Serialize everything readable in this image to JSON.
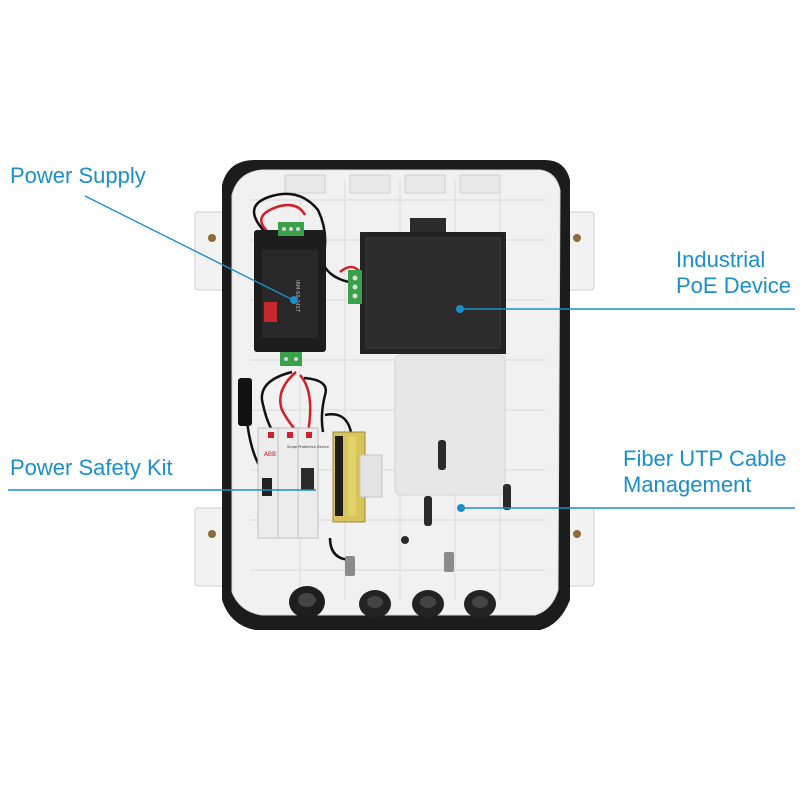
{
  "callouts": {
    "power_supply": {
      "text": "Power Supply"
    },
    "poe_device": {
      "line1": "Industrial",
      "line2": "PoE Device"
    },
    "safety_kit": {
      "text": "Power Safety Kit"
    },
    "cable_mgmt": {
      "line1": "Fiber UTP Cable",
      "line2": "Management"
    }
  },
  "colors": {
    "callout": "#1a8fc9",
    "enclosure_frame": "#1c1c1c",
    "backplate": "#f1f1f1",
    "psu_body": "#1d1d1d",
    "poe_body": "#232323",
    "terminal_green": "#3aa04a",
    "wire_red": "#d0202a"
  },
  "device_markings": {
    "psu_model": "IRM-60-24ST",
    "breaker_brand": "ABB",
    "spd_label": "Surge Protective Device"
  }
}
